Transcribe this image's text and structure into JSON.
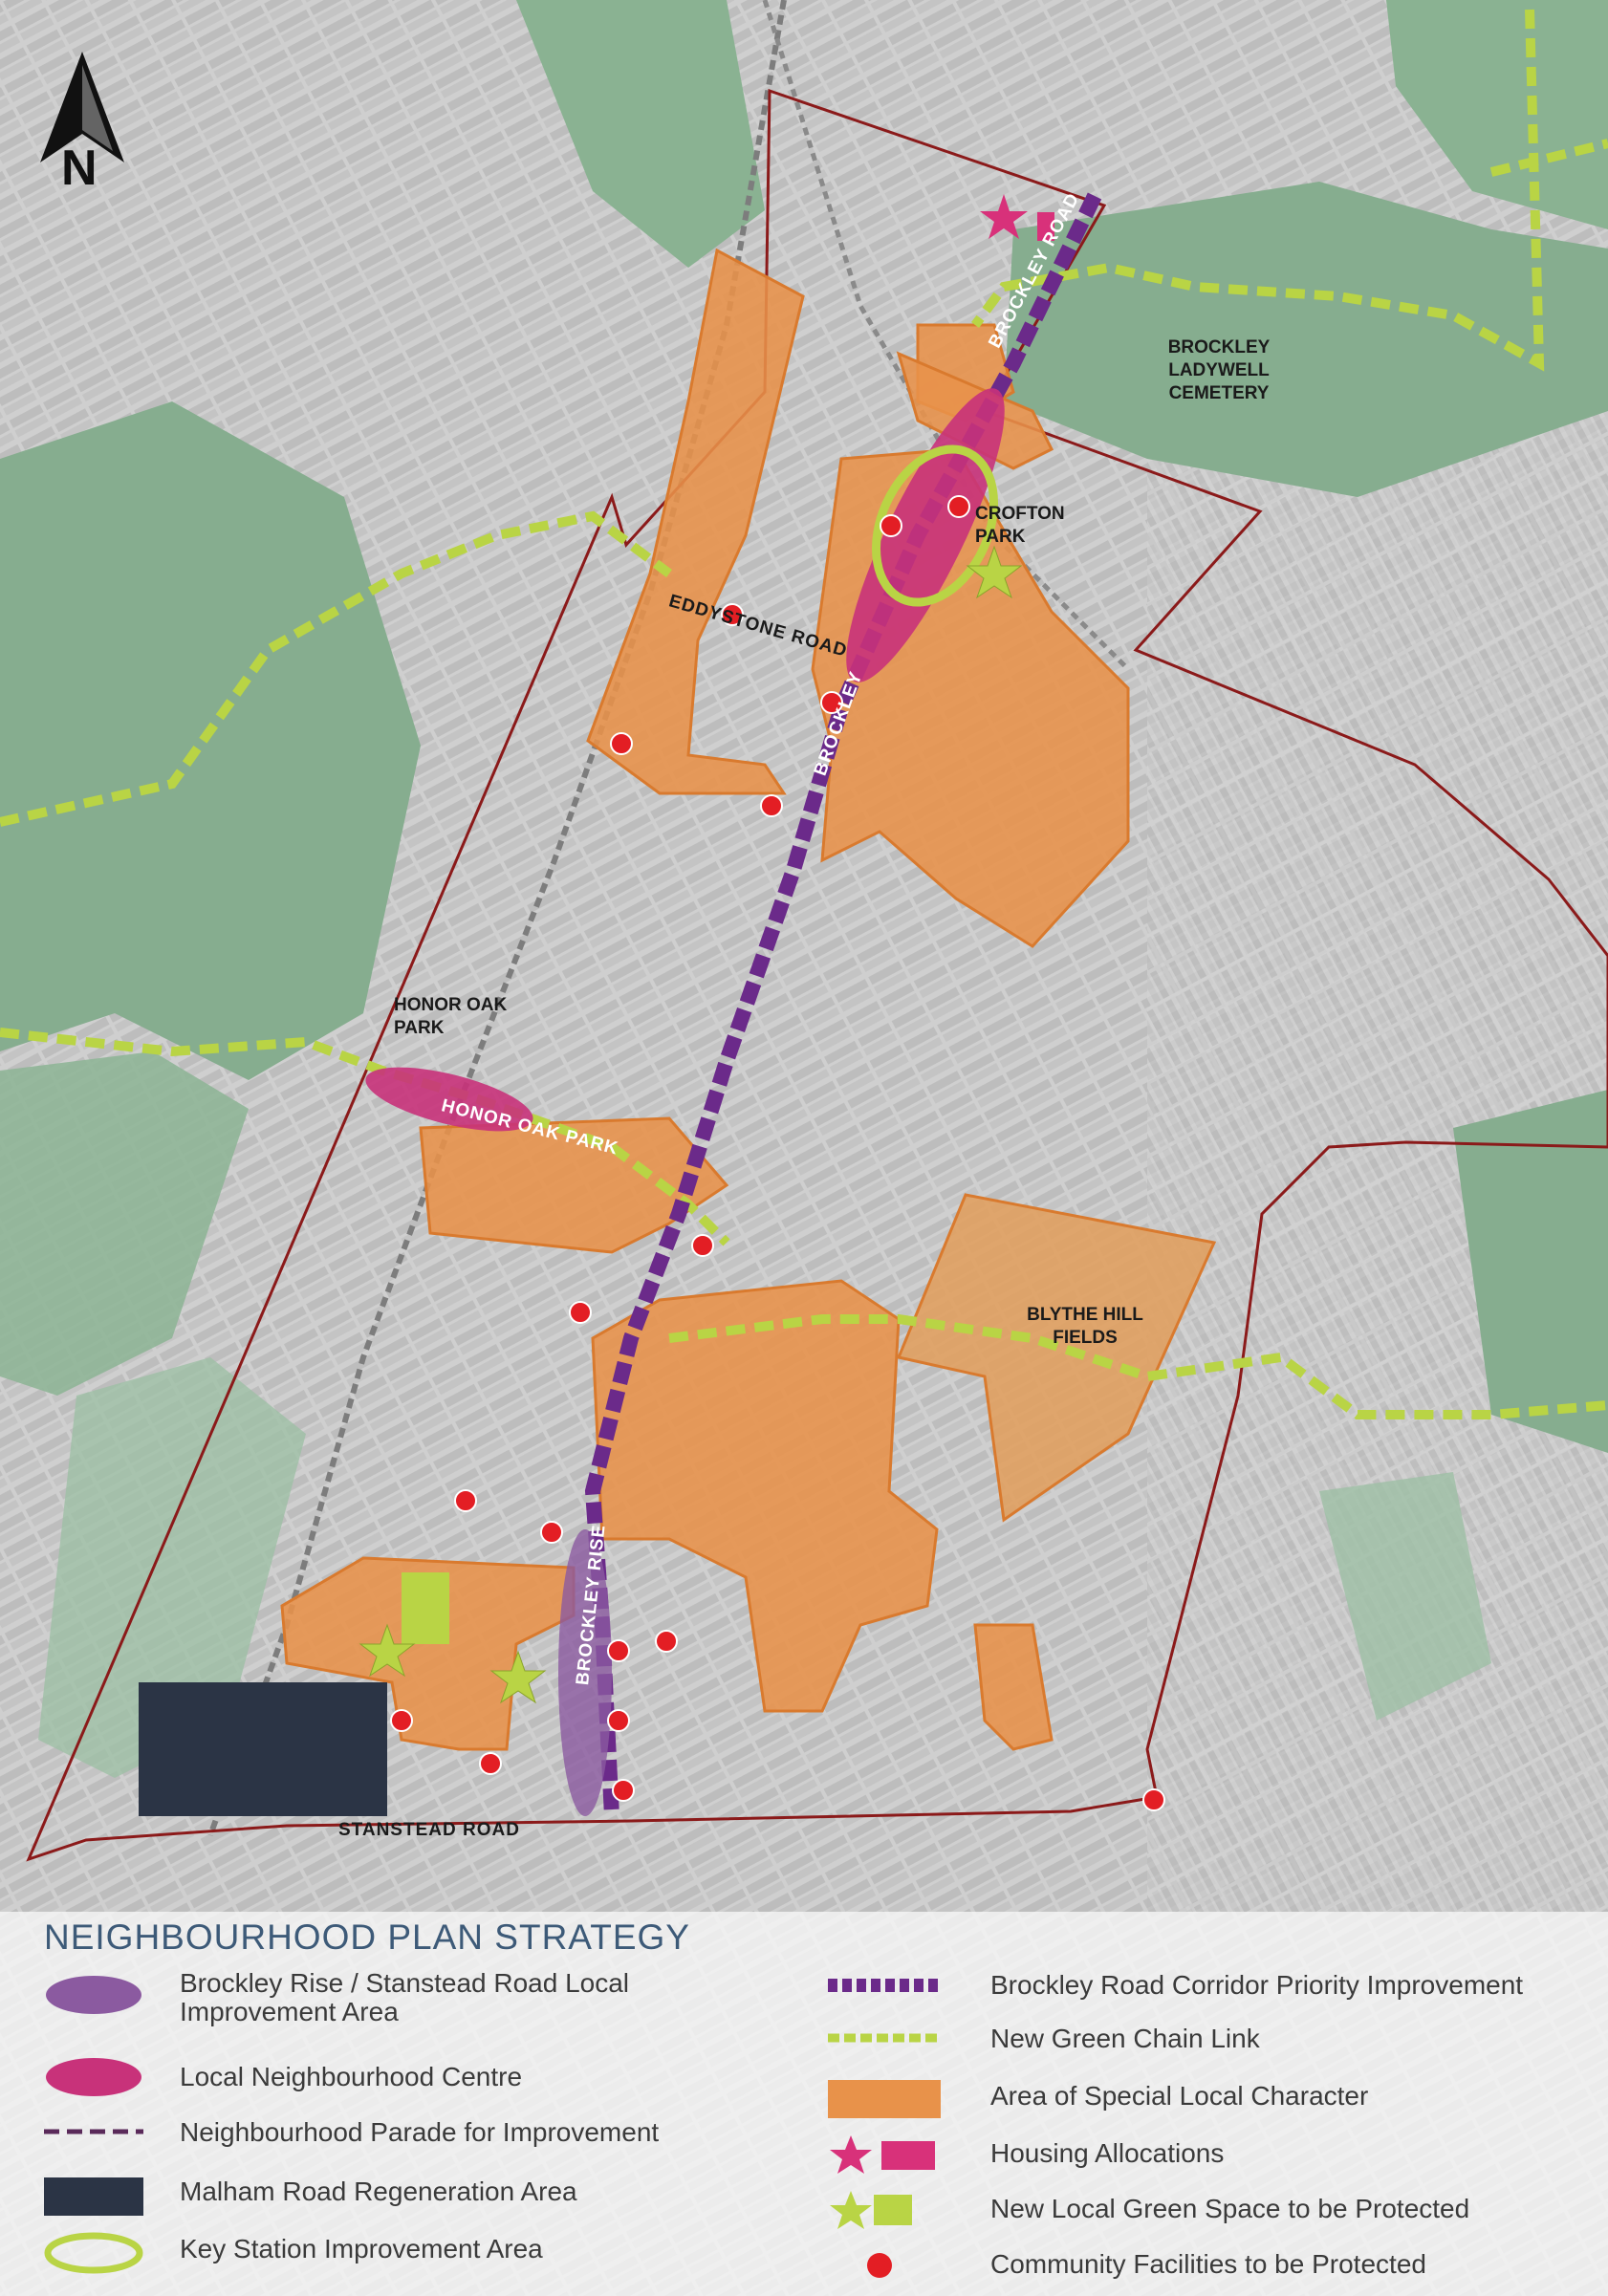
{
  "north_arrow": {
    "letter": "N"
  },
  "place_labels": {
    "brockley_ladywell_cemetery": "BROCKLEY\nLADYWELL\nCEMETERY",
    "crofton_park": "CROFTON\nPARK",
    "honor_oak_park_area": "HONOR OAK\nPARK",
    "blythe_hill_fields": "BLYTHE HILL\nFIELDS"
  },
  "road_labels": {
    "brockley_road": "BROCKLEY ROAD",
    "eddystone_road": "EDDYSTONE ROAD",
    "brockley": "BROCKLEY",
    "honor_oak_park": "HONOR OAK PARK",
    "brockley_rise": "BROCKLEY RISE",
    "stanstead_road": "STANSTEAD ROAD"
  },
  "legend": {
    "title": "NEIGHBOURHOOD PLAN STRATEGY",
    "left_items": [
      {
        "label": "Brockley Rise / Stanstead Road Local\nImprovement Area",
        "symbol": "purple-ellipse"
      },
      {
        "label": "Local Neighbourhood Centre",
        "symbol": "magenta-ellipse"
      },
      {
        "label": "Neighbourhood Parade for Improvement",
        "symbol": "dashed-line"
      },
      {
        "label": "Malham Road Regeneration Area",
        "symbol": "dark-rect"
      },
      {
        "label": "Key Station Improvement Area",
        "symbol": "green-ring"
      }
    ],
    "right_items": [
      {
        "label": "Brockley Road Corridor Priority Improvement",
        "symbol": "purple-dash-band"
      },
      {
        "label": "New Green Chain Link",
        "symbol": "green-dash-band"
      },
      {
        "label": "Area of Special Local Character",
        "symbol": "orange-rect"
      },
      {
        "label": "Housing Allocations",
        "symbol": "pink-star-rect"
      },
      {
        "label": "New Local Green Space to be Protected",
        "symbol": "green-star-rect"
      },
      {
        "label": "Community Facilities to be Protected",
        "symbol": "red-dot"
      }
    ]
  },
  "colors": {
    "boundary": "#8b1a1a",
    "orange_area": "#e8924a",
    "purple_corridor": "#6b2a8a",
    "magenta_centre": "#c8327a",
    "green_chain": "#b9d445",
    "regeneration": "#2b3445",
    "community_dot": "#e31e24",
    "park": "#7fa88a"
  }
}
